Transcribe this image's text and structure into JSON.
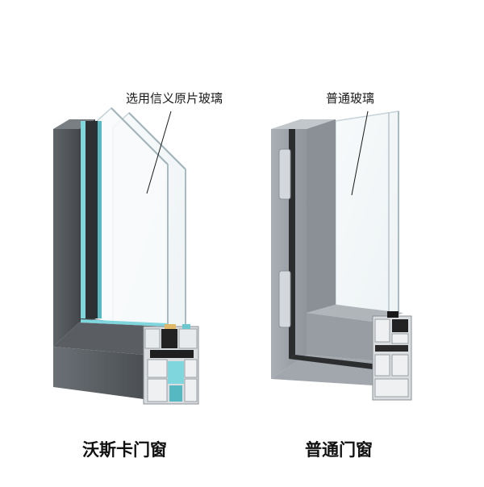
{
  "left_product": {
    "callout": "选用信义原片玻璃",
    "caption": "沃斯卡门窗"
  },
  "right_product": {
    "callout": "普通玻璃",
    "caption": "普通门窗"
  },
  "colors": {
    "background": "#ffffff",
    "left_frame": "#55595d",
    "right_frame": "#9ea4aa",
    "teal_gasket": "#7fd6dc",
    "glass_edge": "#b8c9d0"
  }
}
